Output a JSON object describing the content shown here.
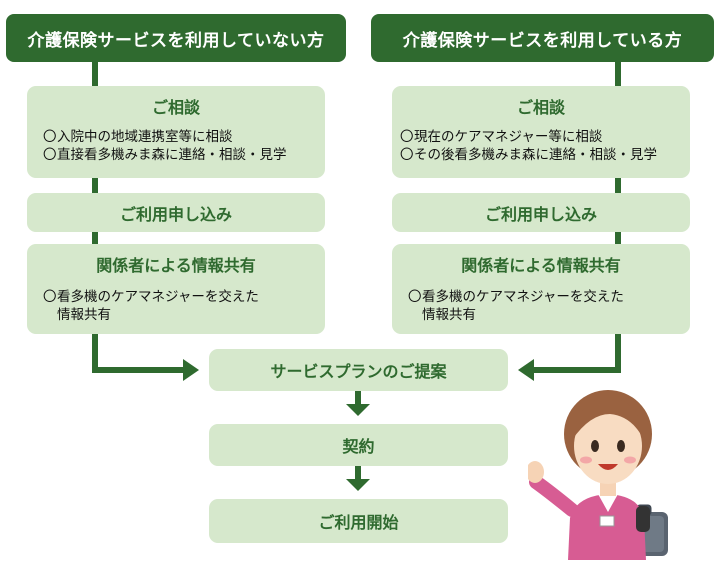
{
  "left_column": {
    "header": "介護保険サービスを利用していない方",
    "consult": {
      "title": "ご相談",
      "items": [
        "入院中の地域連携室等に相談",
        "直接看多機みま森に連絡・相談・見学"
      ]
    },
    "apply": {
      "title": "ご利用申し込み"
    },
    "share": {
      "title": "関係者による情報共有",
      "items": [
        "看多機のケアマネジャーを交えた",
        "情報共有"
      ]
    }
  },
  "right_column": {
    "header": "介護保険サービスを利用している方",
    "consult": {
      "title": "ご相談",
      "items": [
        "現在のケアマネジャー等に相談",
        "その後看多機みま森に連絡・相談・見学"
      ]
    },
    "apply": {
      "title": "ご利用申し込み"
    },
    "share": {
      "title": "関係者による情報共有",
      "items": [
        "看多機のケアマネジャーを交えた",
        "情報共有"
      ]
    }
  },
  "flow": {
    "proposal": "サービスプランのご提案",
    "contract": "契約",
    "start": "ご利用開始"
  },
  "bullet_glyph": "〇",
  "colors": {
    "dark_green": "#2f6a2f",
    "light_green": "#d6e8cc"
  },
  "illustration": "nurse"
}
